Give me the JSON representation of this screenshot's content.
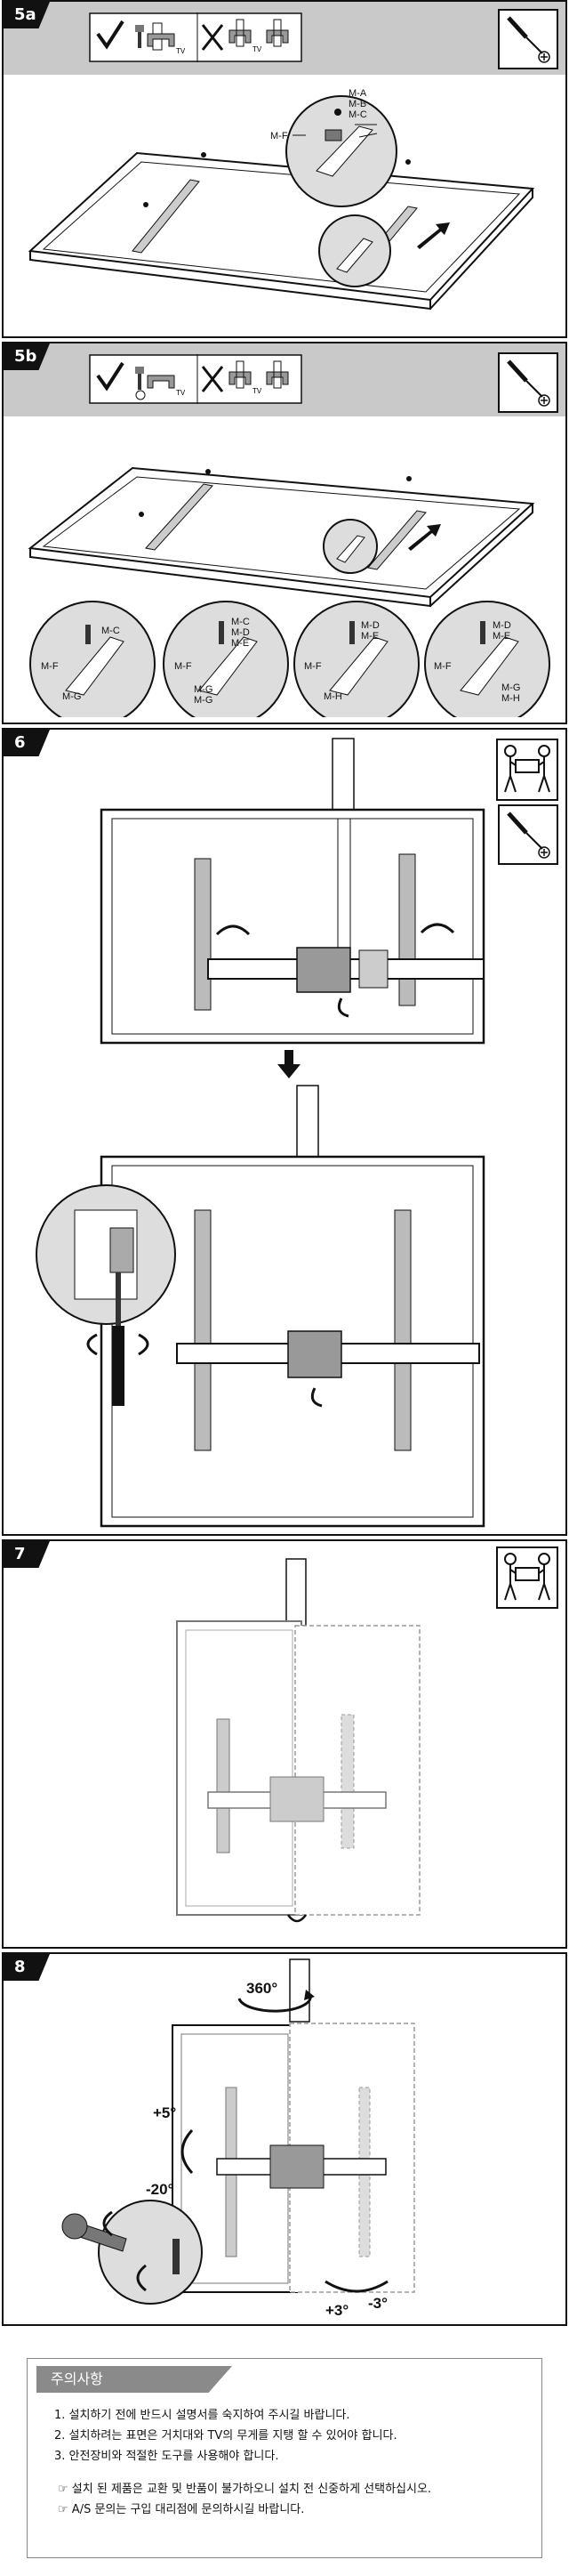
{
  "steps": {
    "s5a": {
      "label": "5a"
    },
    "s5b": {
      "label": "5b"
    },
    "s6": {
      "label": "6"
    },
    "s7": {
      "label": "7"
    },
    "s8": {
      "label": "8"
    }
  },
  "callouts_5a": {
    "a": "M-A",
    "b": "M-B",
    "c": "M-C",
    "f": "M-F"
  },
  "callouts_5b": {
    "c1": {
      "top": "M-C",
      "left": "M-F",
      "bottom": "M-G"
    },
    "c2": {
      "top1": "M-C",
      "top2": "M-D",
      "top3": "M-E",
      "left": "M-F",
      "bottom1": "M-G",
      "bottom2": "M-G"
    },
    "c3": {
      "top1": "M-D",
      "top2": "M-E",
      "left": "M-F",
      "bottom": "M-H"
    },
    "c4": {
      "top1": "M-D",
      "top2": "M-E",
      "left": "M-F",
      "bottom1": "M-G",
      "bottom2": "M-H"
    }
  },
  "angles": {
    "rotate": "360°",
    "tilt_up": "+5°",
    "tilt_down": "-20°",
    "swivel_pos": "+3°",
    "swivel_neg": "-3°"
  },
  "caution": {
    "title": "주의사항",
    "lines": [
      "1. 설치하기 전에 반드시 설명서를 숙지하여 주시길 바랍니다.",
      "2. 설치하려는 표면은 거치대와 TV의 무게를 지탱 할 수 있어야 합니다.",
      "3. 안전장비와 적절한 도구를 사용해야 합니다."
    ],
    "notes": [
      "설치 된 제품은 교환 및 반품이 불가하오니 설치 전 신중하게 선택하십시오.",
      "A/S 문의는 구입 대리점에 문의하시길 바랍니다."
    ]
  }
}
